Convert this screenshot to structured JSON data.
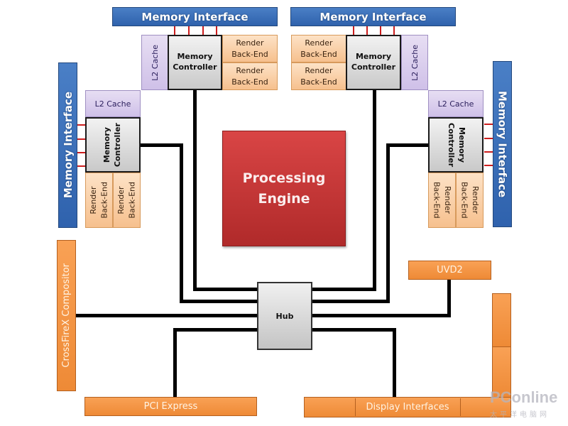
{
  "diagram": {
    "processing_engine": "Processing\nEngine",
    "hub": "Hub",
    "quadrants": {
      "top_left": {
        "memory_interface": "Memory Interface",
        "l2_cache": "L2 Cache",
        "memory_controller": "Memory\nController",
        "render_back_ends": [
          "Render\nBack-End",
          "Render\nBack-End"
        ]
      },
      "top_right": {
        "memory_interface": "Memory Interface",
        "l2_cache": "L2 Cache",
        "memory_controller": "Memory\nController",
        "render_back_ends": [
          "Render\nBack-End",
          "Render\nBack-End"
        ]
      },
      "left": {
        "memory_interface": "Memory Interface",
        "l2_cache": "L2 Cache",
        "memory_controller": "Memory\nController",
        "render_back_ends": [
          "Render\nBack-End",
          "Render\nBack-End"
        ]
      },
      "right": {
        "memory_interface": "Memory Interface",
        "l2_cache": "L2 Cache",
        "memory_controller": "Memory\nController",
        "render_back_ends": [
          "Render\nBack-End",
          "Render\nBack-End"
        ]
      }
    },
    "io_blocks": {
      "crossfirex": "CrossFireX Compositor",
      "uvd": "UVD2",
      "pci_express": "PCI Express",
      "display_interfaces": "Display Interfaces"
    },
    "watermark": {
      "brand": "PConline",
      "sub": "太平洋电脑网"
    }
  },
  "colors": {
    "memory_interface": "#3a6fb8",
    "l2_cache": "#d9cdee",
    "memory_controller": "#d6d6d6",
    "render_back_end": "#f9cfa6",
    "processing_engine": "#c53535",
    "io_block": "#f39444",
    "arrow": "#cc1e1e",
    "wire": "#000000"
  }
}
